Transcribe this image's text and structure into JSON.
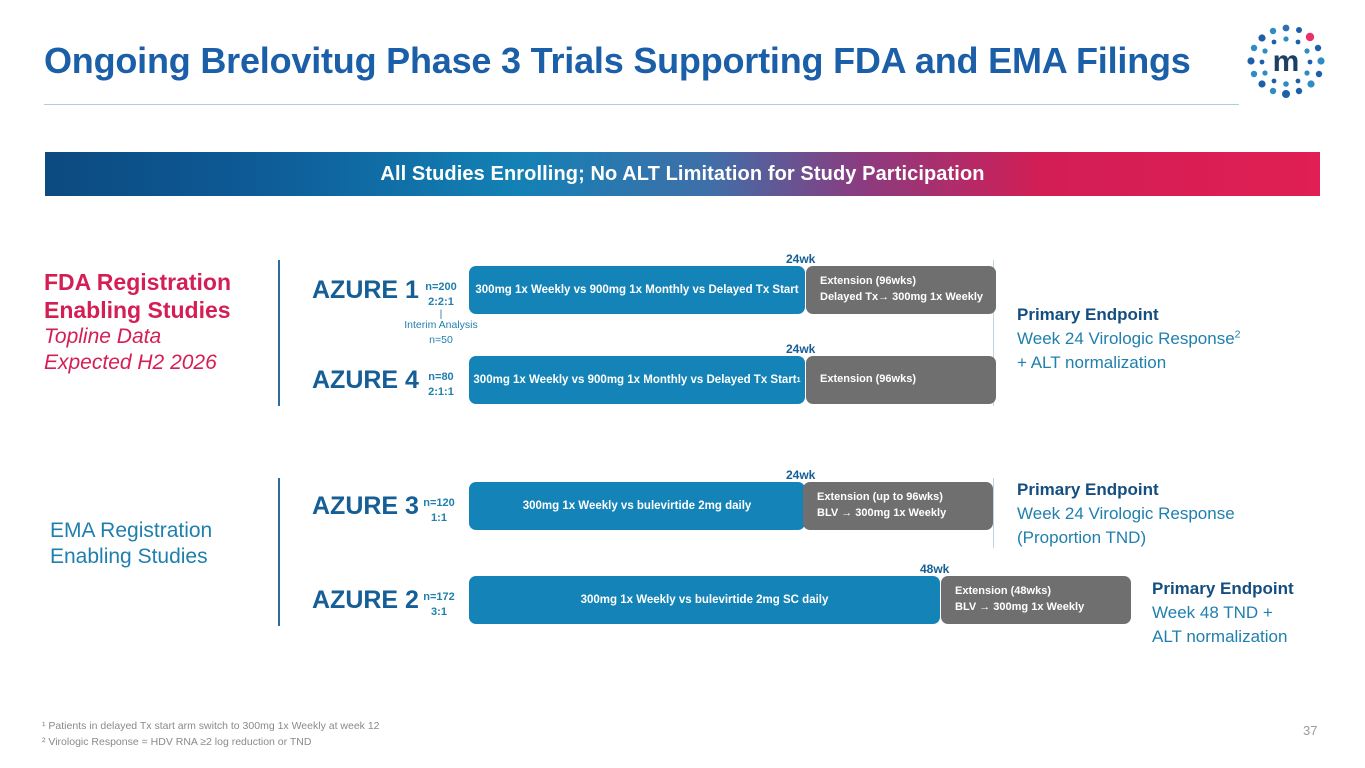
{
  "header": {
    "title": "Ongoing Brelovitug Phase 3 Trials Supporting FDA and EMA Filings",
    "logo_letter": "m"
  },
  "banner": {
    "text": "All Studies Enrolling; No ALT Limitation for Study Participation",
    "gradient_from": "#0c4a80",
    "gradient_to": "#e01f54"
  },
  "colors": {
    "title_blue": "#1b5fa8",
    "crimson": "#d51e55",
    "teal_blue": "#1f7fae",
    "bar_blue": "#1484b8",
    "bar_gray": "#6f6f6f",
    "dark_blue": "#144e80"
  },
  "sections": [
    {
      "label_lines": [
        "FDA Registration",
        "Enabling Studies",
        "Topline Data",
        "Expected H2 2026"
      ],
      "studies": [
        {
          "name": "AZURE 1",
          "n": "n=200",
          "ratio": "2:2:1",
          "interim_label": "Interim Analysis",
          "interim_n": "n=50",
          "main_bar": "300mg 1x Weekly  vs  900mg 1x Monthly  vs  Delayed Tx Start",
          "week_label": "24wk",
          "ext_lines": [
            "Extension (96wks)",
            "Delayed Tx→ 300mg 1x Weekly"
          ]
        },
        {
          "name": "AZURE 4",
          "n": "n=80",
          "ratio": "2:1:1",
          "main_bar": "300mg 1x Weekly  vs  900mg 1x Monthly  vs  Delayed Tx Start",
          "main_bar_sup": "1",
          "week_label": "24wk",
          "ext_lines": [
            "Extension (96wks)"
          ]
        }
      ],
      "endpoint": {
        "title": "Primary Endpoint",
        "line1": "Week 24 Virologic Response",
        "line1_sup": "2",
        "line2": "+ ALT normalization"
      }
    },
    {
      "label_lines": [
        "EMA Registration",
        "Enabling Studies"
      ],
      "studies": [
        {
          "name": "AZURE 3",
          "n": "n=120",
          "ratio": "1:1",
          "main_bar": "300mg 1x Weekly  vs  bulevirtide 2mg daily",
          "week_label": "24wk",
          "ext_lines": [
            "Extension (up to 96wks)",
            "BLV → 300mg 1x Weekly"
          ],
          "endpoint": {
            "title": "Primary Endpoint",
            "line1": "Week 24 Virologic Response",
            "line2": "(Proportion TND)"
          }
        },
        {
          "name": "AZURE 2",
          "n": "n=172",
          "ratio": "3:1",
          "main_bar": "300mg 1x Weekly  vs  bulevirtide 2mg SC daily",
          "week_label": "48wk",
          "ext_lines": [
            "Extension (48wks)",
            "BLV → 300mg 1x Weekly"
          ],
          "endpoint": {
            "title": "Primary Endpoint",
            "line1": "Week 48 TND +",
            "line2": "ALT normalization"
          }
        }
      ]
    }
  ],
  "footnotes": [
    "¹ Patients in delayed Tx start arm switch to  300mg 1x Weekly at week 12",
    "² Virologic Response = HDV RNA ≥2 log reduction or TND"
  ],
  "page_number": "37"
}
